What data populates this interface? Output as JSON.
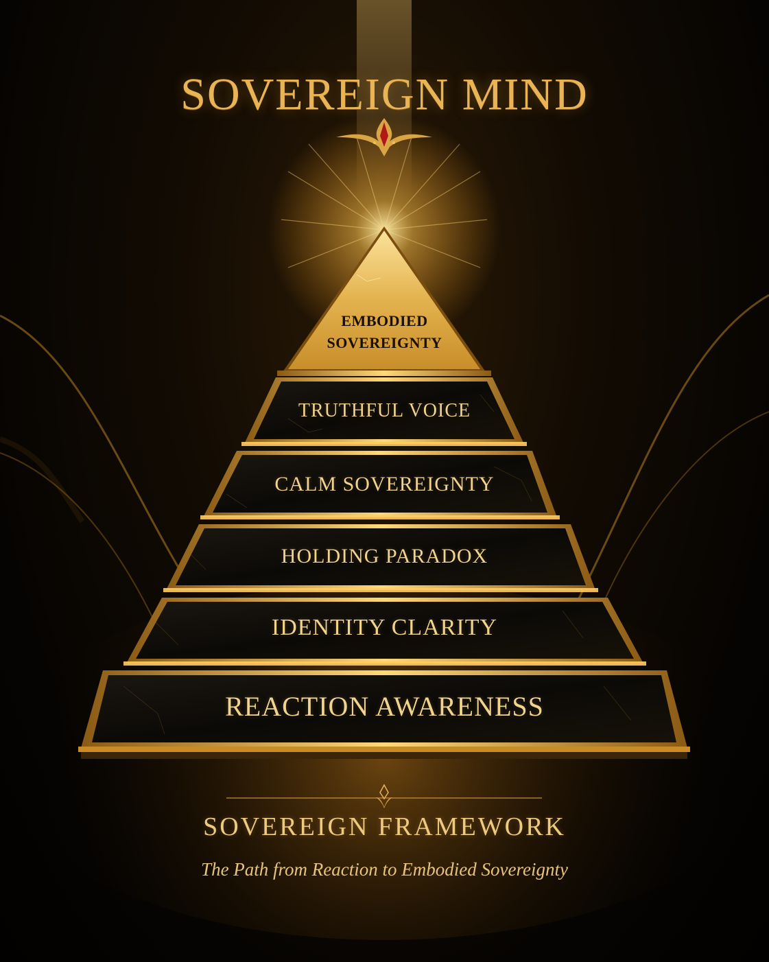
{
  "header": {
    "title": "SOVEREIGN MIND",
    "ornament_icon": "fleur-divider-icon"
  },
  "pyramid": {
    "apex": {
      "line1": "EMBODIED",
      "line2": "SOVEREIGNTY"
    },
    "tiers": [
      {
        "label": "TRUTHFUL VOICE"
      },
      {
        "label": "CALM SOVEREIGNTY"
      },
      {
        "label": "HOLDING PARADOX"
      },
      {
        "label": "IDENTITY CLARITY"
      },
      {
        "label": "REACTION AWARENESS"
      }
    ]
  },
  "footer": {
    "ornament_icon": "lotus-divider-icon",
    "title": "SOVEREIGN FRAMEWORK",
    "subtitle": "The Path from Reaction to Embodied Sovereignty"
  },
  "colors": {
    "gold": "#e8b455",
    "gold_light": "#f7d884",
    "gold_dark": "#8a5a14",
    "marble": "#0d0b08",
    "background": "#060402",
    "gem_red": "#b01818"
  }
}
